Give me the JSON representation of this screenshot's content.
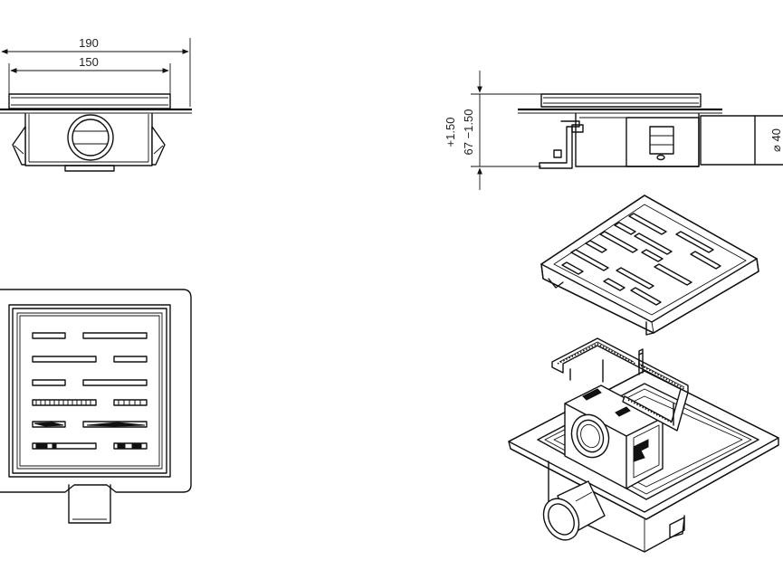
{
  "dimensions": {
    "outer_width": "190",
    "inner_width": "150",
    "tolerance_plus": "+1.50",
    "height_tolerance": "67 −1.50",
    "outlet_diameter": "⌀ 40"
  }
}
